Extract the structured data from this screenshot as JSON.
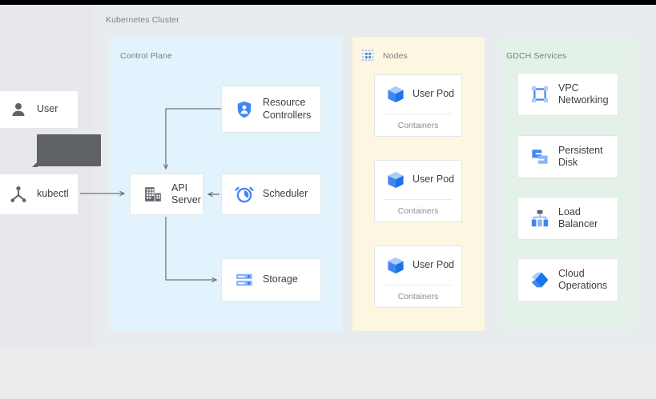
{
  "diagram": {
    "title": "Kubernetes Cluster",
    "colors": {
      "control_plane_bg": "#e3f3fd",
      "nodes_bg": "#fdf6e0",
      "gdch_bg": "#e3f1e8",
      "page_bg": "#e9ecee",
      "card_bg": "#ffffff",
      "accent_blue": "#4285f4",
      "connector": "#6e7578",
      "text_primary": "#3c4043",
      "text_muted": "#7b7f83",
      "tooltip_bg": "#5f6368"
    }
  },
  "actors": [
    {
      "id": "user",
      "label": "User",
      "icon": "person-icon"
    },
    {
      "id": "kubectl",
      "label": "kubectl",
      "icon": "kubectl-icon"
    }
  ],
  "tooltip": {
    "name": "hover-tooltip",
    "text": ""
  },
  "zones": [
    {
      "id": "control-plane",
      "title": "Control Plane",
      "icon": null,
      "cards": [
        {
          "id": "resource-controllers",
          "label": "Resource\nControllers",
          "icon": "shield-person-icon"
        },
        {
          "id": "api-server",
          "label": "API\nServer",
          "icon": "building-grid-icon"
        },
        {
          "id": "scheduler",
          "label": "Scheduler",
          "icon": "alarm-clock-icon"
        },
        {
          "id": "storage",
          "label": "Storage",
          "icon": "storage-rack-icon"
        }
      ]
    },
    {
      "id": "nodes",
      "title": "Nodes",
      "icon": "dot-grid-icon",
      "pods": [
        {
          "id": "pod-1",
          "label": "User Pod",
          "icon": "cube-icon",
          "sub_label": "Containers"
        },
        {
          "id": "pod-2",
          "label": "User Pod",
          "icon": "cube-icon",
          "sub_label": "Containers"
        },
        {
          "id": "pod-3",
          "label": "User Pod",
          "icon": "cube-icon",
          "sub_label": "Containers"
        }
      ]
    },
    {
      "id": "gdch",
      "title": "GDCH Services",
      "icon": null,
      "cards": [
        {
          "id": "vpc-networking",
          "label": "VPC\nNetworking",
          "icon": "vpc-network-icon"
        },
        {
          "id": "persistent-disk",
          "label": "Persistent\nDisk",
          "icon": "persistent-disk-icon"
        },
        {
          "id": "load-balancer",
          "label": "Load\nBalancer",
          "icon": "load-balancer-icon"
        },
        {
          "id": "cloud-operations",
          "label": "Cloud\nOperations",
          "icon": "cloud-operations-icon"
        }
      ]
    }
  ],
  "connections": [
    {
      "id": "kubectl-to-api-server",
      "from": "kubectl",
      "to": "api-server",
      "style": "arrow"
    },
    {
      "id": "resource-controllers-to-api-server",
      "from": "resource-controllers",
      "to": "api-server",
      "style": "elbow-arrow"
    },
    {
      "id": "scheduler-to-api-server",
      "from": "scheduler",
      "to": "api-server",
      "style": "arrow"
    },
    {
      "id": "api-server-to-storage",
      "from": "api-server",
      "to": "storage",
      "style": "elbow-arrow"
    }
  ]
}
